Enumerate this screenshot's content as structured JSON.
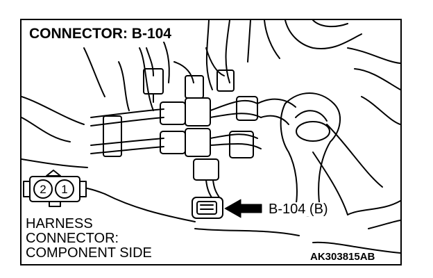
{
  "title": "CONNECTOR: B-104",
  "harness_label": {
    "line1": "HARNESS",
    "line2": "CONNECTOR:",
    "line3": "COMPONENT SIDE"
  },
  "callout_label": "B-104 (B)",
  "drawing_code": "AK303815AB",
  "connector_pins": [
    "2",
    "1"
  ],
  "colors": {
    "line": "#000000",
    "background": "#ffffff"
  }
}
